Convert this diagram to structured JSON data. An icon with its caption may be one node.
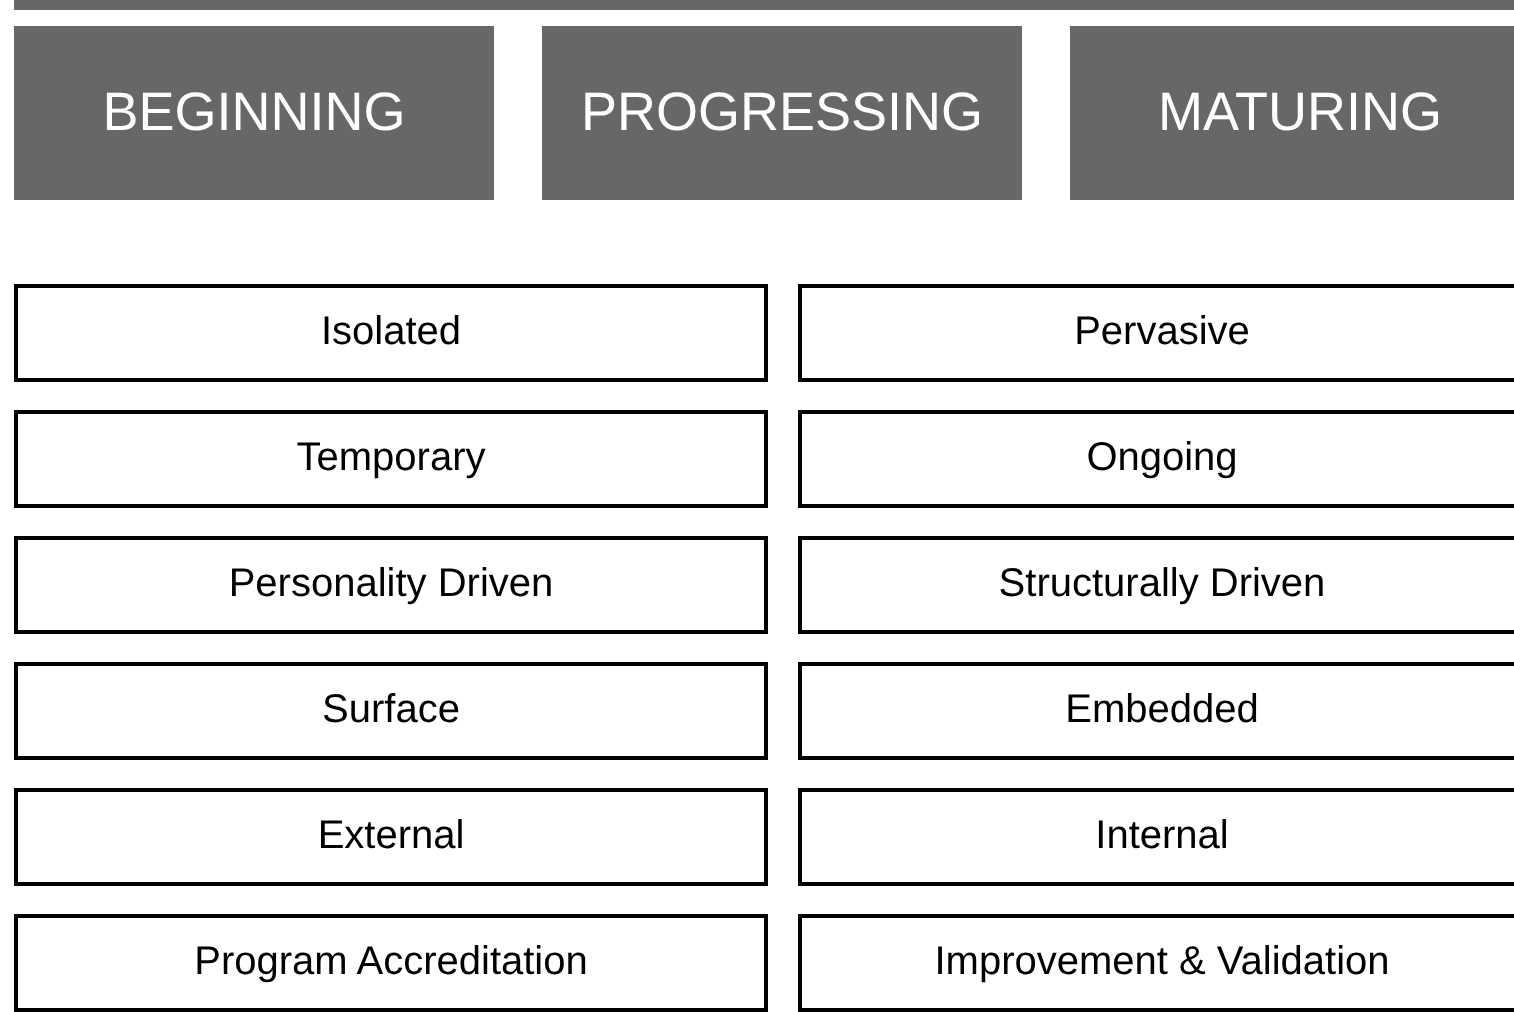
{
  "diagram": {
    "nodes": [
      {
        "text": [],
        "shape": "bar"
      },
      {
        "text": [
          "BEGINNING"
        ]
      },
      {
        "text": [
          "PROGRESSING"
        ]
      },
      {
        "text": [
          "MATURING"
        ]
      },
      {
        "text": [
          "Isolated"
        ]
      },
      {
        "text": [
          "Pervasive"
        ]
      },
      {
        "text": [
          "Temporary"
        ]
      },
      {
        "text": [
          "Ongoing"
        ]
      },
      {
        "text": [
          "Personality Driven"
        ]
      },
      {
        "text": [
          "Structurally Driven"
        ]
      },
      {
        "text": [
          "Surface"
        ]
      },
      {
        "text": [
          "Embedded"
        ]
      },
      {
        "text": [
          "External"
        ]
      },
      {
        "text": [
          "Internal"
        ]
      },
      {
        "text": [
          "Program Accreditation"
        ]
      },
      {
        "text": [
          "Improvement & Validation"
        ]
      }
    ],
    "edges": []
  }
}
